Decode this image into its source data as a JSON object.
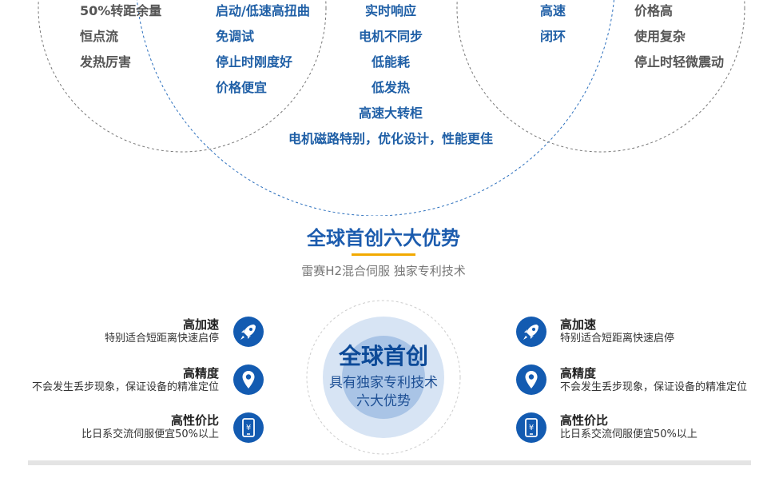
{
  "venn": {
    "left_items": [
      "50%转距余量",
      "恒点流",
      "发热厉害"
    ],
    "left_mid_items": [
      "启动/低速高扭曲",
      "免调试",
      "停止时刚度好",
      "价格便宜"
    ],
    "center_items": [
      "实时响应",
      "电机不同步",
      "低能耗",
      "低发热",
      "高速大转柜",
      "电机磁路特别，优化设计，性能更佳"
    ],
    "right_mid_items": [
      "高速",
      "闭环"
    ],
    "right_items": [
      "价格高",
      "使用复杂",
      "停止时轻微震动"
    ]
  },
  "section": {
    "title": "全球首创六大优势",
    "subtitle": "雷赛H2混合伺服 独家专利技术"
  },
  "center": {
    "main": "全球首创",
    "line1": "具有独家专利技术",
    "line2": "六大优势"
  },
  "features_left": [
    {
      "title": "高加速",
      "desc": "特别适合短距离快速启停",
      "icon": "rocket-icon"
    },
    {
      "title": "高精度",
      "desc": "不会发生丢步现象，保证设备的精准定位",
      "icon": "location-pin-icon"
    },
    {
      "title": "高性价比",
      "desc": "比日系交流伺服便宜50%以上",
      "icon": "mobile-yen-icon"
    }
  ],
  "features_right": [
    {
      "title": "高加速",
      "desc": "特别适合短距离快速启停",
      "icon": "rocket-icon"
    },
    {
      "title": "高精度",
      "desc": "不会发生丢步现象，保证设备的精准定位",
      "icon": "location-pin-icon"
    },
    {
      "title": "高性价比",
      "desc": "比日系交流伺服便宜50%以上",
      "icon": "mobile-yen-icon"
    }
  ],
  "colors": {
    "accent_blue": "#1c5cae",
    "icon_blue": "#135bb1",
    "underline_orange": "#f2a900"
  }
}
